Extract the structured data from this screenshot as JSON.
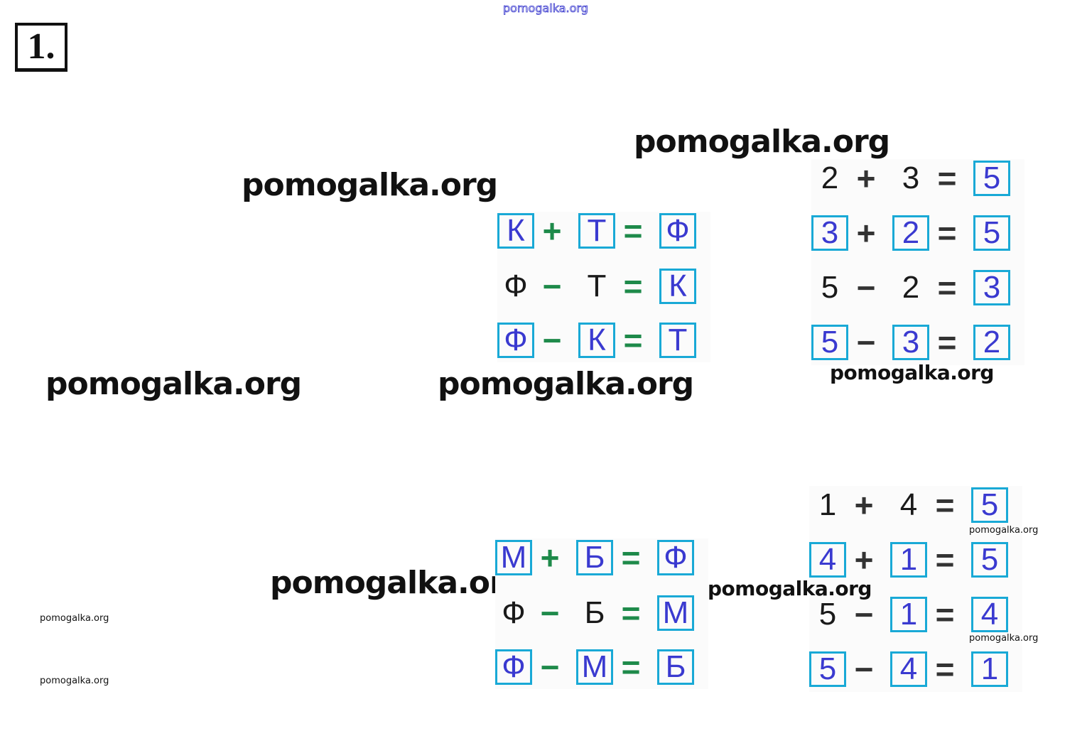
{
  "task_number": "1.",
  "watermarks": {
    "text": "pomogalka.org",
    "w1": "pomogalka.org",
    "w2": "pomogalka.org",
    "w3": "pomogalka.org",
    "w4": "pomogalka.org",
    "w5": "pomogalka.org",
    "w6": "pomogalka.org",
    "w7": "pomogalka.org",
    "w8": "pomogalka.org",
    "w9": "pomogalka.org",
    "w10": "pomogalka.org",
    "w11": "pomogalka.org",
    "w12": "pomogalka.org",
    "w13": "pomogalka.org"
  },
  "colors": {
    "box_border": "#19a9d6",
    "answer_text": "#3a3ad0",
    "letter_operator": "#1e8a4a"
  },
  "letter_block_1": [
    {
      "a": "К",
      "op": "+",
      "b": "Т",
      "eq": "=",
      "c": "Ф"
    },
    {
      "a": "Ф",
      "op": "−",
      "b": "Т",
      "eq": "=",
      "c": "К"
    },
    {
      "a": "Ф",
      "op": "−",
      "b": "К",
      "eq": "=",
      "c": "Т"
    }
  ],
  "number_block_1": [
    {
      "a": "2",
      "op": "+",
      "b": "3",
      "eq": "=",
      "c": "5"
    },
    {
      "a": "3",
      "op": "+",
      "b": "2",
      "eq": "=",
      "c": "5"
    },
    {
      "a": "5",
      "op": "−",
      "b": "2",
      "eq": "=",
      "c": "3"
    },
    {
      "a": "5",
      "op": "−",
      "b": "3",
      "eq": "=",
      "c": "2"
    }
  ],
  "letter_block_2": [
    {
      "a": "М",
      "op": "+",
      "b": "Б",
      "eq": "=",
      "c": "Ф"
    },
    {
      "a": "Ф",
      "op": "−",
      "b": "Б",
      "eq": "=",
      "c": "М"
    },
    {
      "a": "Ф",
      "op": "−",
      "b": "М",
      "eq": "=",
      "c": "Б"
    }
  ],
  "number_block_2": [
    {
      "a": "1",
      "op": "+",
      "b": "4",
      "eq": "=",
      "c": "5"
    },
    {
      "a": "4",
      "op": "+",
      "b": "1",
      "eq": "=",
      "c": "5"
    },
    {
      "a": "5",
      "op": "−",
      "b": "1",
      "eq": "=",
      "c": "4"
    },
    {
      "a": "5",
      "op": "−",
      "b": "4",
      "eq": "=",
      "c": "1"
    }
  ]
}
